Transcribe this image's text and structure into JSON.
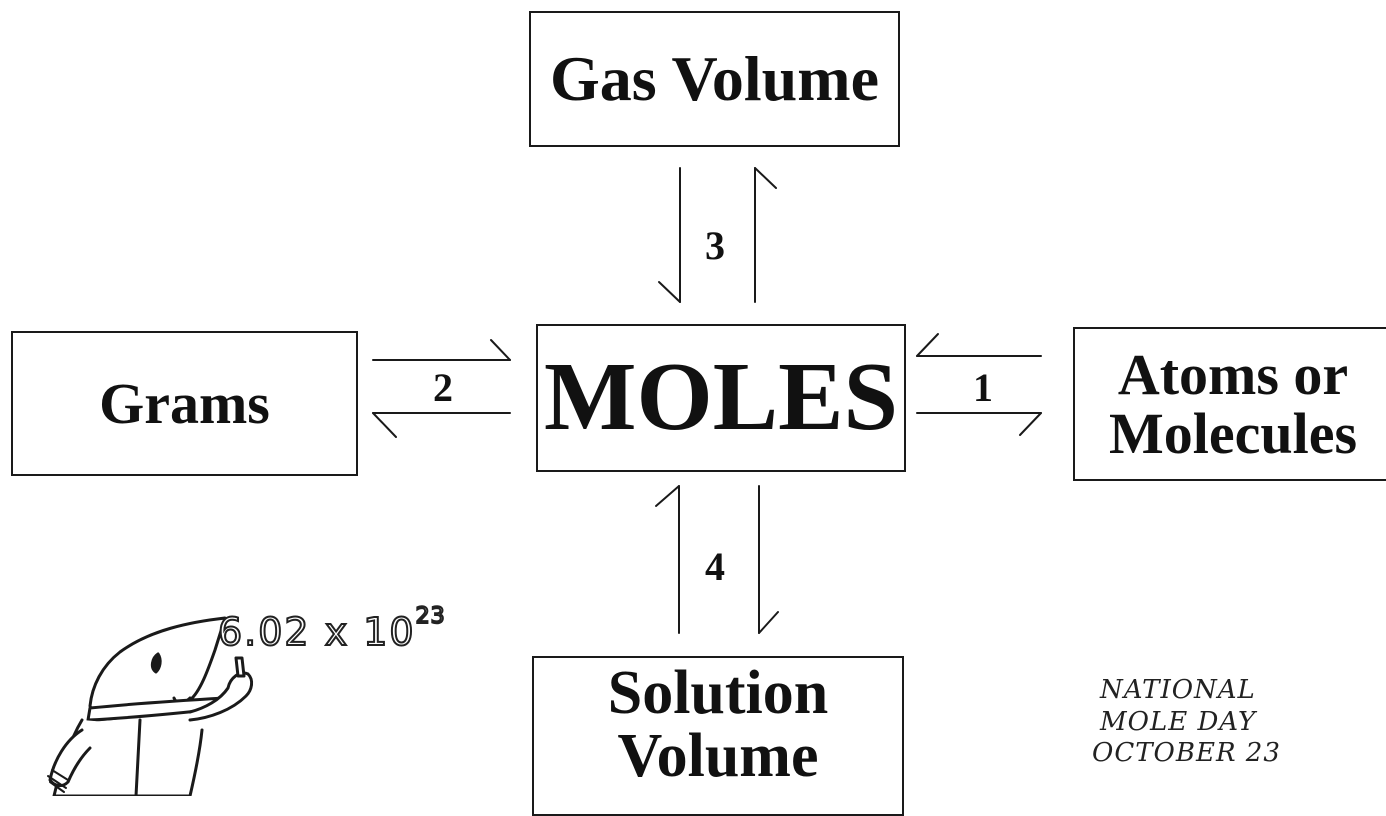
{
  "boxes": {
    "gas_volume": "Gas Volume",
    "moles": "MOLES",
    "grams": "Grams",
    "atoms_line1": "Atoms or",
    "atoms_line2": "Molecules",
    "solution_line1": "Solution",
    "solution_line2": "Volume"
  },
  "conversions": {
    "n1": "1",
    "n2": "2",
    "n3": "3",
    "n4": "4"
  },
  "cartoon": {
    "avogadro_base": "6.02 x 10",
    "avogadro_exp": "23",
    "icon": "mole-mascot-icon"
  },
  "mole_day": {
    "line1": "NATIONAL",
    "line2": "MOLE DAY",
    "line3": "OCTOBER 23"
  }
}
